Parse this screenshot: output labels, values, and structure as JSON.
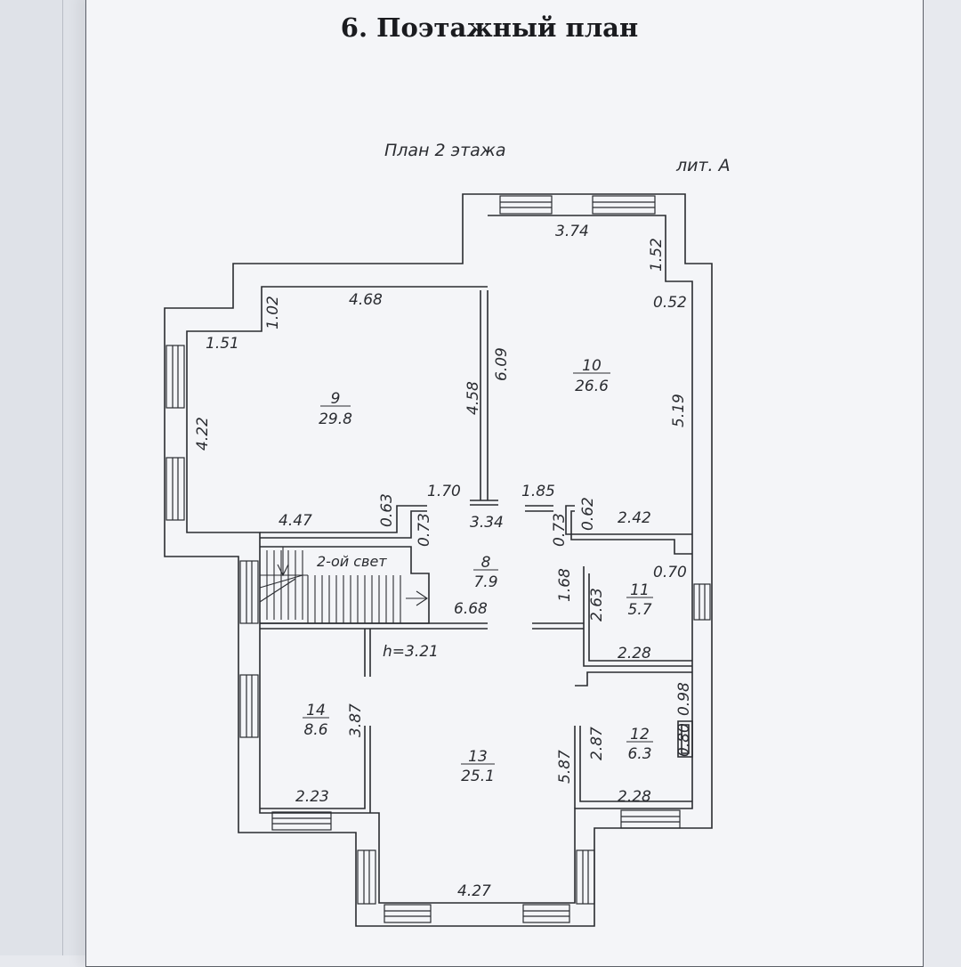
{
  "document": {
    "title": "6. Поэтажный план",
    "plan_label": "План 2 этажа",
    "building_label": "лит. А",
    "stair_label": "2-ой свет",
    "height_label": "h=3.21"
  },
  "rooms": [
    {
      "number": "9",
      "area": "29.8"
    },
    {
      "number": "10",
      "area": "26.6"
    },
    {
      "number": "8",
      "area": "7.9"
    },
    {
      "number": "11",
      "area": "5.7"
    },
    {
      "number": "14",
      "area": "8.6"
    },
    {
      "number": "13",
      "area": "25.1"
    },
    {
      "number": "12",
      "area": "6.3"
    }
  ],
  "dimensions": [
    "3.74",
    "1.52",
    "0.52",
    "4.68",
    "1.02",
    "1.51",
    "6.09",
    "4.58",
    "4.22",
    "5.19",
    "1.70",
    "1.85",
    "0.63",
    "0.73",
    "0.73",
    "0.62",
    "2.42",
    "4.47",
    "3.34",
    "0.70",
    "1.68",
    "2.63",
    "6.68",
    "2.28",
    "0.98",
    "0.80",
    "2.87",
    "3.87",
    "5.87",
    "2.23",
    "2.28",
    "4.27"
  ],
  "colors": {
    "ink": "#2a2c31",
    "paper": "#f4f5f8"
  }
}
